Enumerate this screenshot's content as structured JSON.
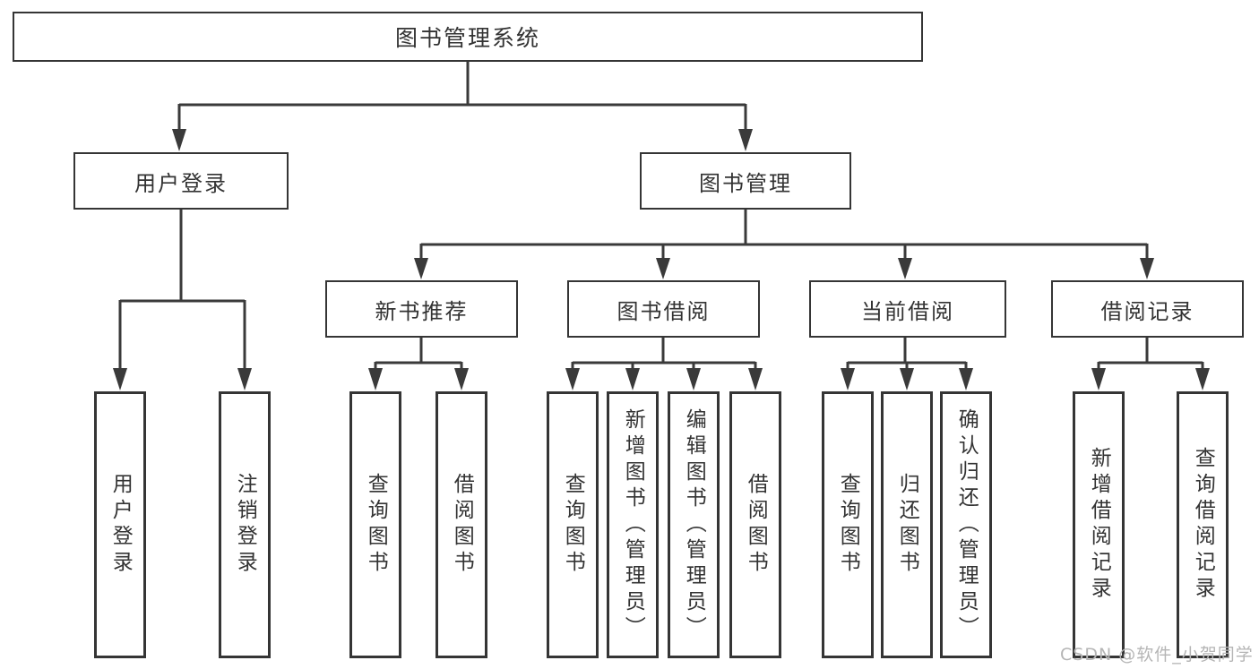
{
  "diagram": {
    "title": "图书管理系统",
    "type": "hierarchy-tree",
    "colors": {
      "background": "#ffffff",
      "line": "#3a3a3a",
      "box_border": "#353535",
      "text": "#333333",
      "watermark": "#b5b5b5"
    },
    "watermark": "CSDN @软件_小贺同学",
    "nodes": {
      "root": {
        "label": "图书管理系统"
      },
      "user-login": {
        "label": "用户登录"
      },
      "book-management": {
        "label": "图书管理"
      },
      "new-book-recommend": {
        "label": "新书推荐"
      },
      "book-borrowing": {
        "label": "图书借阅"
      },
      "current-borrowing": {
        "label": "当前借阅"
      },
      "borrowing-records": {
        "label": "借阅记录"
      },
      "leaf-user-login": {
        "label": "用户登录"
      },
      "leaf-logout": {
        "label": "注销登录"
      },
      "leaf-query-books-1": {
        "label": "查询图书"
      },
      "leaf-borrow-books-1": {
        "label": "借阅图书"
      },
      "leaf-query-books-2": {
        "label": "查询图书"
      },
      "leaf-add-books-admin": {
        "label": "新增图书（管理员）"
      },
      "leaf-edit-books-admin": {
        "label": "编辑图书（管理员）"
      },
      "leaf-borrow-books-2": {
        "label": "借阅图书"
      },
      "leaf-query-books-3": {
        "label": "查询图书"
      },
      "leaf-return-books": {
        "label": "归还图书"
      },
      "leaf-confirm-return-admin": {
        "label": "确认归还（管理员）"
      },
      "leaf-add-borrow-record": {
        "label": "新增借阅记录"
      },
      "leaf-query-borrow-record": {
        "label": "查询借阅记录"
      }
    },
    "edges": [
      {
        "from": "root",
        "to": [
          "user-login",
          "book-management"
        ]
      },
      {
        "from": "user-login",
        "to": [
          "leaf-user-login",
          "leaf-logout"
        ]
      },
      {
        "from": "book-management",
        "to": [
          "new-book-recommend",
          "book-borrowing",
          "current-borrowing",
          "borrowing-records"
        ]
      },
      {
        "from": "new-book-recommend",
        "to": [
          "leaf-query-books-1",
          "leaf-borrow-books-1"
        ]
      },
      {
        "from": "book-borrowing",
        "to": [
          "leaf-query-books-2",
          "leaf-add-books-admin",
          "leaf-edit-books-admin",
          "leaf-borrow-books-2"
        ]
      },
      {
        "from": "current-borrowing",
        "to": [
          "leaf-query-books-3",
          "leaf-return-books",
          "leaf-confirm-return-admin"
        ]
      },
      {
        "from": "borrowing-records",
        "to": [
          "leaf-add-borrow-record",
          "leaf-query-borrow-record"
        ]
      }
    ]
  }
}
